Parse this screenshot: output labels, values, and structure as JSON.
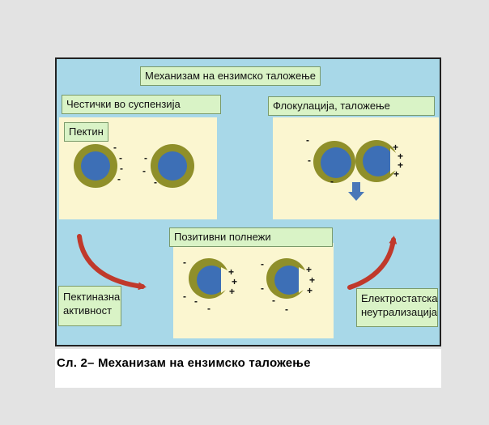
{
  "title": "Механизам на ензимско таложење",
  "panels": {
    "suspension": "Честички во суспензија",
    "pectin": "Пектин",
    "flocculation": "Флокулација, таложење",
    "positive": "Позитивни полнежи"
  },
  "process_labels": {
    "pectinase": [
      "Пектиназна",
      "активност"
    ],
    "neutralization": [
      "Електростатска",
      "неутрализација"
    ]
  },
  "caption": "Сл. 2– Механизам на ензимско таложење",
  "colors": {
    "background": "#a8d8e8",
    "panel": "#fbf6d0",
    "label": "#d9f3c6",
    "particle_ring": "#8f8f2a",
    "particle_core": "#3d6fb6",
    "arrow": "#c0392b",
    "settle_arrow": "#4a78b8"
  },
  "charges": {
    "negative": "-",
    "positive": "+"
  }
}
